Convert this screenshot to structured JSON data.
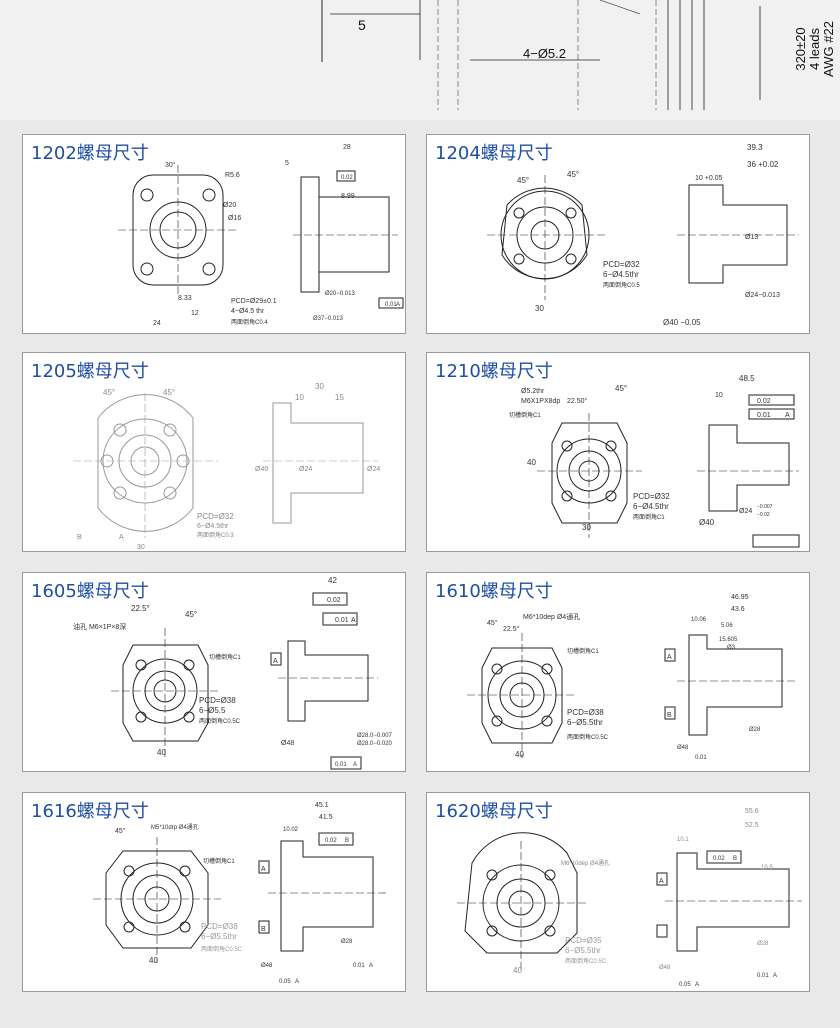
{
  "top": {
    "dim_5": "5",
    "dim_holes": "4−Ø5.2",
    "wire_lines": [
      "320±20",
      "4 leads",
      "AWG #22"
    ]
  },
  "panels": [
    {
      "title": "1202螺母尺寸",
      "labels": {
        "a": "28",
        "b": "5",
        "c": "8.99",
        "d": "Ø20",
        "e": "Ø16",
        "f": "30°",
        "g": "8.33",
        "h": "12",
        "i": "24",
        "j": "PCD=Ø29±0.1",
        "k": "4−Ø4.5 thr",
        "l": "两面倒角C0.4",
        "m": "0.02",
        "n": "0.01",
        "o": "A",
        "p": "Ø20−0.013",
        "q": "Ø37−0.013",
        "r": "R5.6"
      }
    },
    {
      "title": "1204螺母尺寸",
      "labels": {
        "a": "39.3",
        "b": "36 +0.02",
        "c": "10 +0.05",
        "d": "45°",
        "e": "45°",
        "f": "PCD=Ø32",
        "g": "6−Ø4.5thr",
        "h": "两面倒角C0.5",
        "i": "30",
        "j": "Ø13",
        "k": "Ø24−0.013",
        "l": "Ø40 −0.05"
      }
    },
    {
      "title": "1205螺母尺寸",
      "labels": {
        "a": "30",
        "b": "10",
        "c": "15",
        "d": "45°",
        "e": "45°",
        "f": "Ø40",
        "g": "Ø24",
        "h": "Ø24",
        "i": "PCD=Ø32",
        "j": "6−Ø4.5thr",
        "k": "两面倒角C0.3",
        "l": "30",
        "m": "B",
        "n": "A"
      }
    },
    {
      "title": "1210螺母尺寸",
      "labels": {
        "a": "48.5",
        "b": "Ø5.2thr",
        "c": "M6X1PX8dp",
        "d": "22.50°",
        "e": "45°",
        "f": "切槽倒角C1",
        "g": "40",
        "h": "PCD=Ø32",
        "i": "6−Ø4.5thr",
        "j": "两面倒角C1",
        "k": "30",
        "l": "10",
        "m": "0.02",
        "n": "0.01",
        "o": "A",
        "p": "Ø40",
        "q": "Ø24",
        "r": "−0.007",
        "s": "−0.02"
      }
    },
    {
      "title": "1605螺母尺寸",
      "labels": {
        "a": "42",
        "b": "0.02",
        "c": "0.01",
        "d": "A",
        "e": "22.5°",
        "f": "45°",
        "g": "油孔 M6×1P×8深",
        "h": "切槽倒角C1",
        "i": "PCD=Ø38",
        "j": "6−Ø5.5",
        "k": "两面倒角C0.5C",
        "l": "40",
        "m": "Ø48",
        "n": "Ø28.0−0.007",
        "o": "Ø28.0−0.020",
        "p": "0.01",
        "q": "A",
        "r": "A"
      }
    },
    {
      "title": "1610螺母尺寸",
      "labels": {
        "a": "46.95",
        "b": "43.6",
        "c": "10.06",
        "d": "5.06",
        "e": "15.605",
        "f": "Ø3",
        "g": "M6*10dep Ø4通孔",
        "h": "45°",
        "i": "22.5°",
        "j": "切槽倒角C1",
        "k": "PCD=Ø38",
        "l": "6−Ø5.5thr",
        "m": "两面倒角C0.5C",
        "n": "40",
        "o": "A",
        "p": "B",
        "q": "Ø28",
        "r": "Ø48",
        "s": "0.01"
      }
    },
    {
      "title": "1616螺母尺寸",
      "labels": {
        "a": "45.1",
        "b": "41.5",
        "c": "10.02",
        "d": "M5*10drp Ø4通孔",
        "e": "45°",
        "f": "切槽倒角C1",
        "g": "PCD=Ø38",
        "h": "6−Ø5.5thr",
        "i": "两面倒角C0.5C",
        "j": "40",
        "k": "0.02",
        "l": "B",
        "m": "A",
        "n": "B",
        "o": "Ø28",
        "p": "0.01",
        "q": "A",
        "r": "0.05",
        "s": "A",
        "t": "Ø48"
      }
    },
    {
      "title": "1620螺母尺寸",
      "labels": {
        "a": "55.6",
        "b": "52.5",
        "c": "10.1",
        "d": "M6*10dep Ø4通孔",
        "e": "0.02",
        "f": "B",
        "g": "A",
        "h": "PCD=Ø35",
        "i": "6−Ø5.5thr",
        "j": "两面倒角C0.5C",
        "k": "40",
        "l": "Ø48",
        "m": "Ø28",
        "n": "0.01",
        "o": "A",
        "p": "0.05",
        "q": "A",
        "r": "10.5"
      }
    }
  ]
}
